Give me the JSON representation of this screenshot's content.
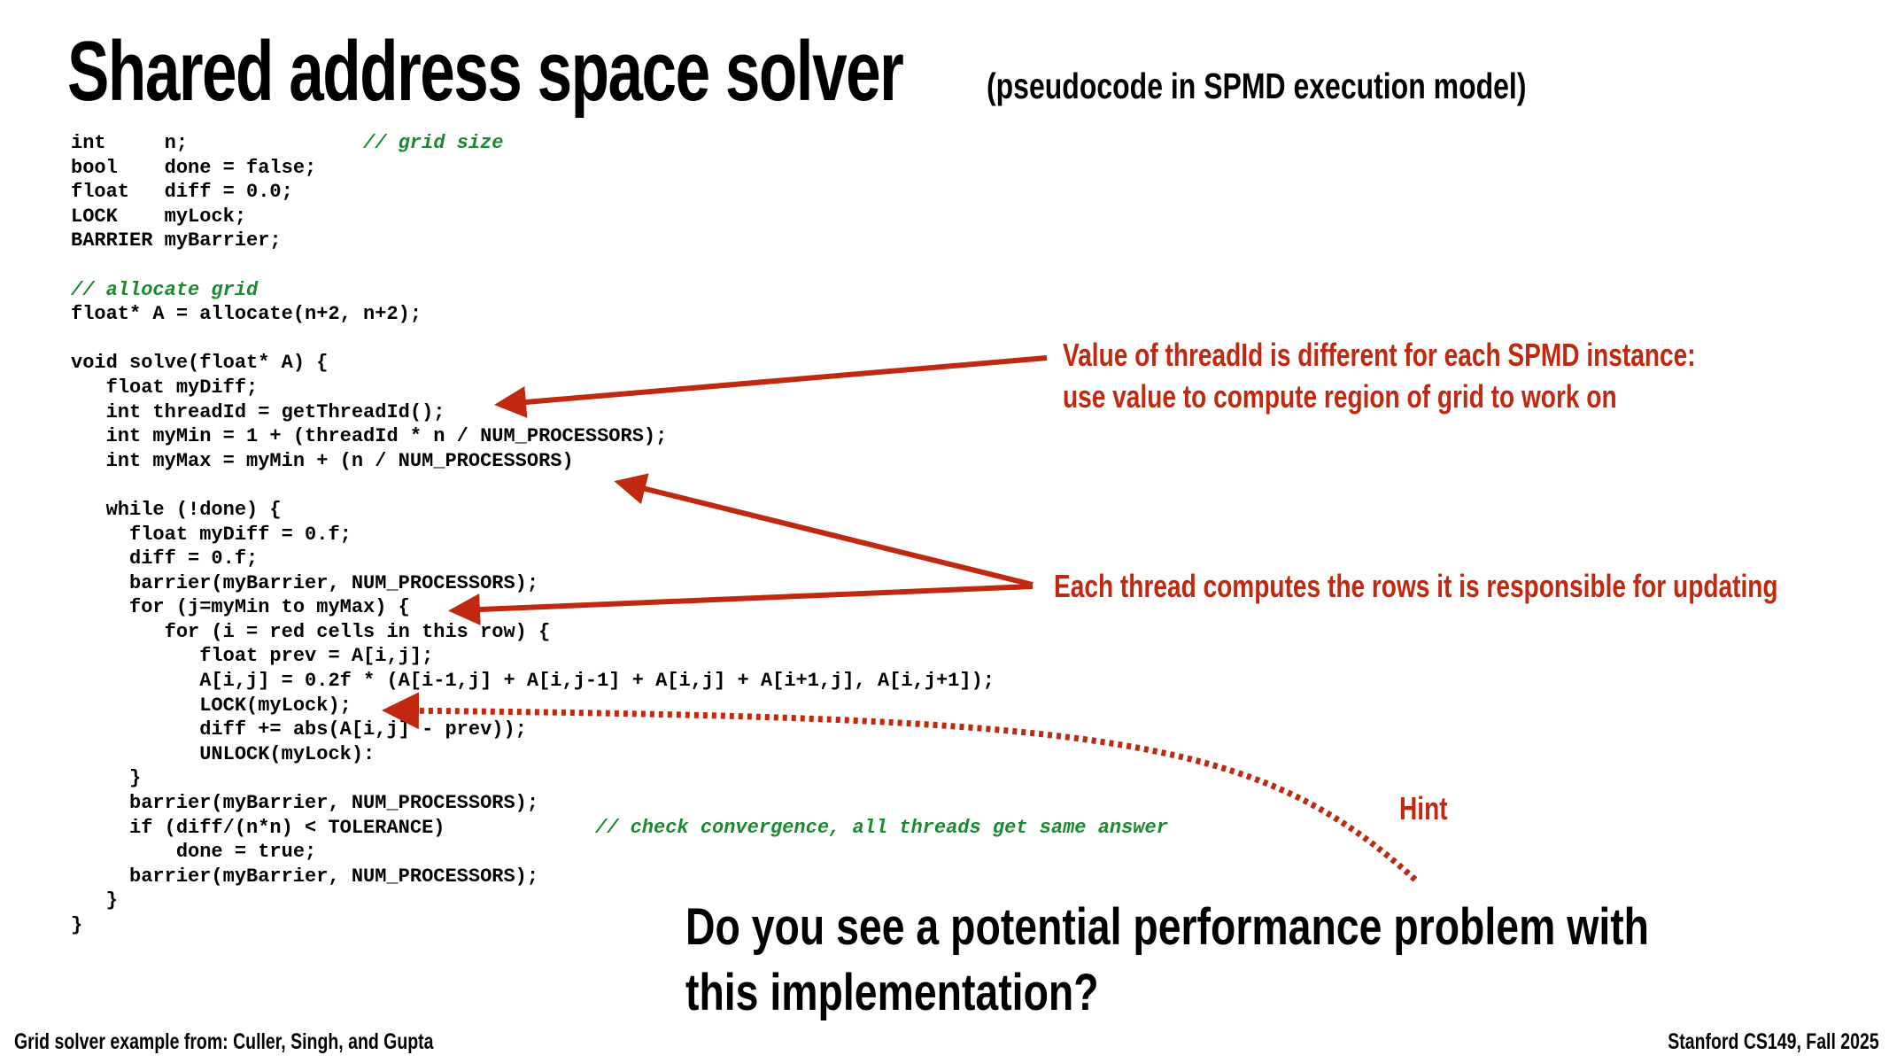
{
  "slide": {
    "title": "Shared address space solver",
    "subtitle": "(pseudocode in SPMD execution model)"
  },
  "code": {
    "lines": [
      {
        "code": "int     n;",
        "comment": "// grid size"
      },
      {
        "code": "bool    done = false;"
      },
      {
        "code": "float   diff = 0.0;"
      },
      {
        "code": "LOCK    myLock;"
      },
      {
        "code": "BARRIER myBarrier;"
      },
      {
        "code": ""
      },
      {
        "code": "",
        "comment": "// allocate grid"
      },
      {
        "code": "float* A = allocate(n+2, n+2);"
      },
      {
        "code": ""
      },
      {
        "code": "void solve(float* A) {"
      },
      {
        "code": "   float myDiff;"
      },
      {
        "code": "   int threadId = getThreadId();"
      },
      {
        "code": "   int myMin = 1 + (threadId * n / NUM_PROCESSORS);"
      },
      {
        "code": "   int myMax = myMin + (n / NUM_PROCESSORS)"
      },
      {
        "code": ""
      },
      {
        "code": "   while (!done) {"
      },
      {
        "code": "     float myDiff = 0.f;"
      },
      {
        "code": "     diff = 0.f;"
      },
      {
        "code": "     barrier(myBarrier, NUM_PROCESSORS);"
      },
      {
        "code": "     for (j=myMin to myMax) {"
      },
      {
        "code": "        for (i = red cells in this row) {"
      },
      {
        "code": "           float prev = A[i,j];"
      },
      {
        "code": "           A[i,j] = 0.2f * (A[i-1,j] + A[i,j-1] + A[i,j] + A[i+1,j], A[i,j+1]);"
      },
      {
        "code": "           LOCK(myLock);"
      },
      {
        "code": "           diff += abs(A[i,j] - prev));"
      },
      {
        "code": "           UNLOCK(myLock):"
      },
      {
        "code": "     }"
      },
      {
        "code": "     barrier(myBarrier, NUM_PROCESSORS);"
      },
      {
        "code": "     if (diff/(n*n) < TOLERANCE)",
        "comment": "// check convergence, all threads get same answer"
      },
      {
        "code": "         done = true;"
      },
      {
        "code": "     barrier(myBarrier, NUM_PROCESSORS);"
      },
      {
        "code": "   }"
      },
      {
        "code": "}"
      }
    ]
  },
  "annotations": {
    "thread_id_line1": "Value of threadId is different for each SPMD instance:",
    "thread_id_line2": "use value to compute region of grid to work on",
    "rows": "Each thread computes the rows it is responsible for updating",
    "hint": "Hint"
  },
  "question": {
    "line1": "Do you see a potential performance problem with",
    "line2": "this implementation?"
  },
  "footer": {
    "left": "Grid solver example from: Culler, Singh, and Gupta",
    "right": "Stanford CS149, Fall 2025"
  },
  "colors": {
    "annotation": "#c0290f",
    "comment": "#1a8a2e"
  }
}
